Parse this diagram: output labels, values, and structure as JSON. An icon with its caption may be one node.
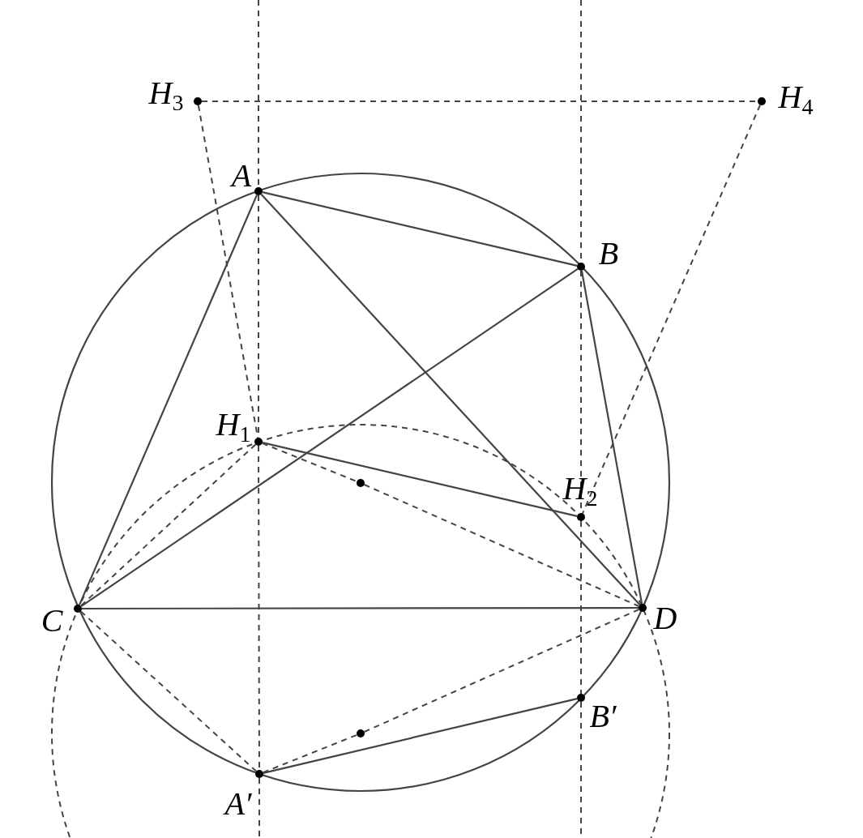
{
  "diagram": {
    "nodes": [
      {
        "text": [
          "H$_{3}$"
        ]
      },
      {
        "text": [
          "H$_{4}$"
        ]
      },
      {
        "text": [
          "A"
        ]
      },
      {
        "text": [
          "B"
        ]
      },
      {
        "text": [
          "H$_{1}$"
        ]
      },
      {
        "text": [],
        "shape": "circle"
      },
      {
        "text": [
          "H$_{2}$"
        ]
      },
      {
        "text": [
          "C"
        ]
      },
      {
        "text": [
          "D"
        ]
      },
      {
        "text": [
          "B′"
        ]
      },
      {
        "text": [],
        "shape": "circle"
      },
      {
        "text": [
          "A′"
        ]
      }
    ],
    "edges": [
      {
        "from": 0,
        "to": 1,
        "arrow": "none",
        "style": "dashed"
      },
      {
        "from": 0,
        "to": 4,
        "arrow": "none",
        "style": "dashed"
      },
      {
        "from": 1,
        "to": 6,
        "arrow": "none",
        "style": "dashed"
      },
      {
        "from": null,
        "to": 2,
        "arrow": "none",
        "style": "dashed"
      },
      {
        "from": 2,
        "to": 4,
        "arrow": "none",
        "style": "dashed"
      },
      {
        "from": 4,
        "to": 11,
        "arrow": "none",
        "style": "dashed"
      },
      {
        "from": 11,
        "to": null,
        "arrow": "none",
        "style": "dashed"
      },
      {
        "from": null,
        "to": 3,
        "arrow": "none",
        "style": "dashed"
      },
      {
        "from": 3,
        "to": 6,
        "arrow": "none",
        "style": "dashed"
      },
      {
        "from": 6,
        "to": 9,
        "arrow": "none",
        "style": "dashed"
      },
      {
        "from": 9,
        "to": null,
        "arrow": "none",
        "style": "dashed"
      },
      {
        "from": 2,
        "to": 3,
        "arrow": "none"
      },
      {
        "from": 2,
        "to": 7,
        "arrow": "none"
      },
      {
        "from": 2,
        "to": 8,
        "arrow": "none"
      },
      {
        "from": 3,
        "to": 7,
        "arrow": "none"
      },
      {
        "from": 3,
        "to": 8,
        "arrow": "none"
      },
      {
        "from": 7,
        "to": 8,
        "arrow": "none"
      },
      {
        "from": 4,
        "to": 6,
        "arrow": "none"
      },
      {
        "from": 11,
        "to": 9,
        "arrow": "none"
      },
      {
        "from": 4,
        "to": 7,
        "arrow": "none",
        "style": "dashed"
      },
      {
        "from": 4,
        "to": 5,
        "arrow": "none",
        "style": "dashed"
      },
      {
        "from": 5,
        "to": 8,
        "arrow": "none",
        "style": "dashed"
      },
      {
        "from": 7,
        "to": 11,
        "arrow": "none",
        "style": "dashed"
      },
      {
        "from": 11,
        "to": 10,
        "arrow": "none",
        "style": "dashed"
      },
      {
        "from": 10,
        "to": 8,
        "arrow": "none",
        "style": "dashed"
      }
    ]
  }
}
